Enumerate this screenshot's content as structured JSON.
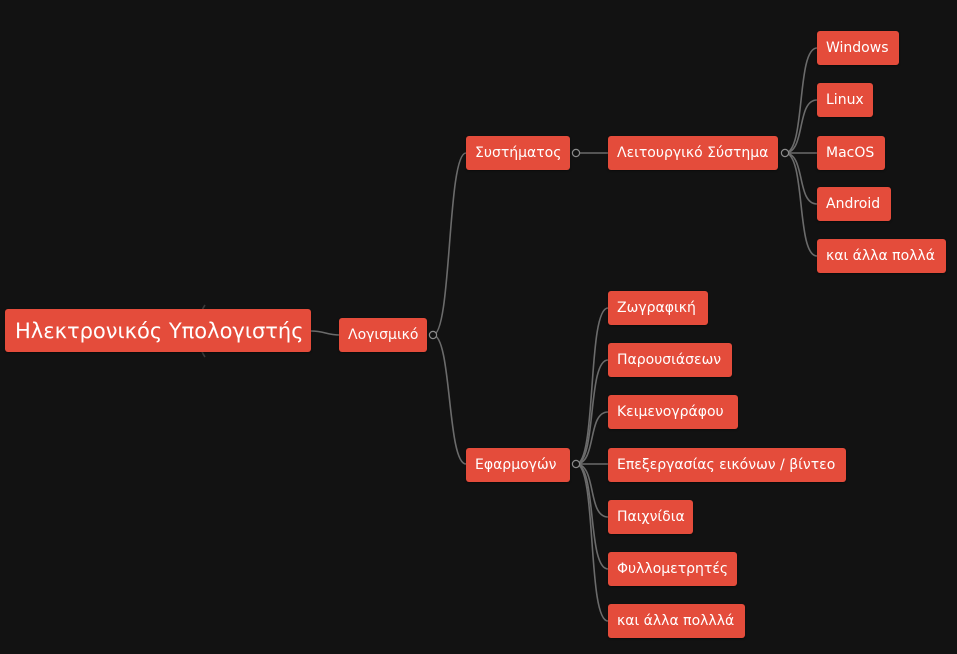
{
  "root": {
    "label": "Ηλεκτρονικός Υπολογιστής"
  },
  "level1": {
    "label": "Λογισμικό"
  },
  "system": {
    "label": "Συστήματος",
    "os": {
      "label": "Λειτουργικό Σύστημα",
      "items": [
        "Windows",
        "Linux",
        "MacOS",
        "Android",
        "και άλλα πολλά"
      ]
    }
  },
  "applications": {
    "label": "Εφαρμογών",
    "items": [
      "Ζωγραφική",
      "Παρουσιάσεων",
      "Κειμενογράφου",
      "Επεξεργασίας εικόνων / βίντεο",
      "Παιχνίδια",
      "Φυλλομετρητές",
      "και άλλα πολλλά"
    ]
  },
  "colors": {
    "background": "#121212",
    "node": "#e44c3b",
    "connector": "#6b6b6b",
    "text": "#ffffff"
  }
}
